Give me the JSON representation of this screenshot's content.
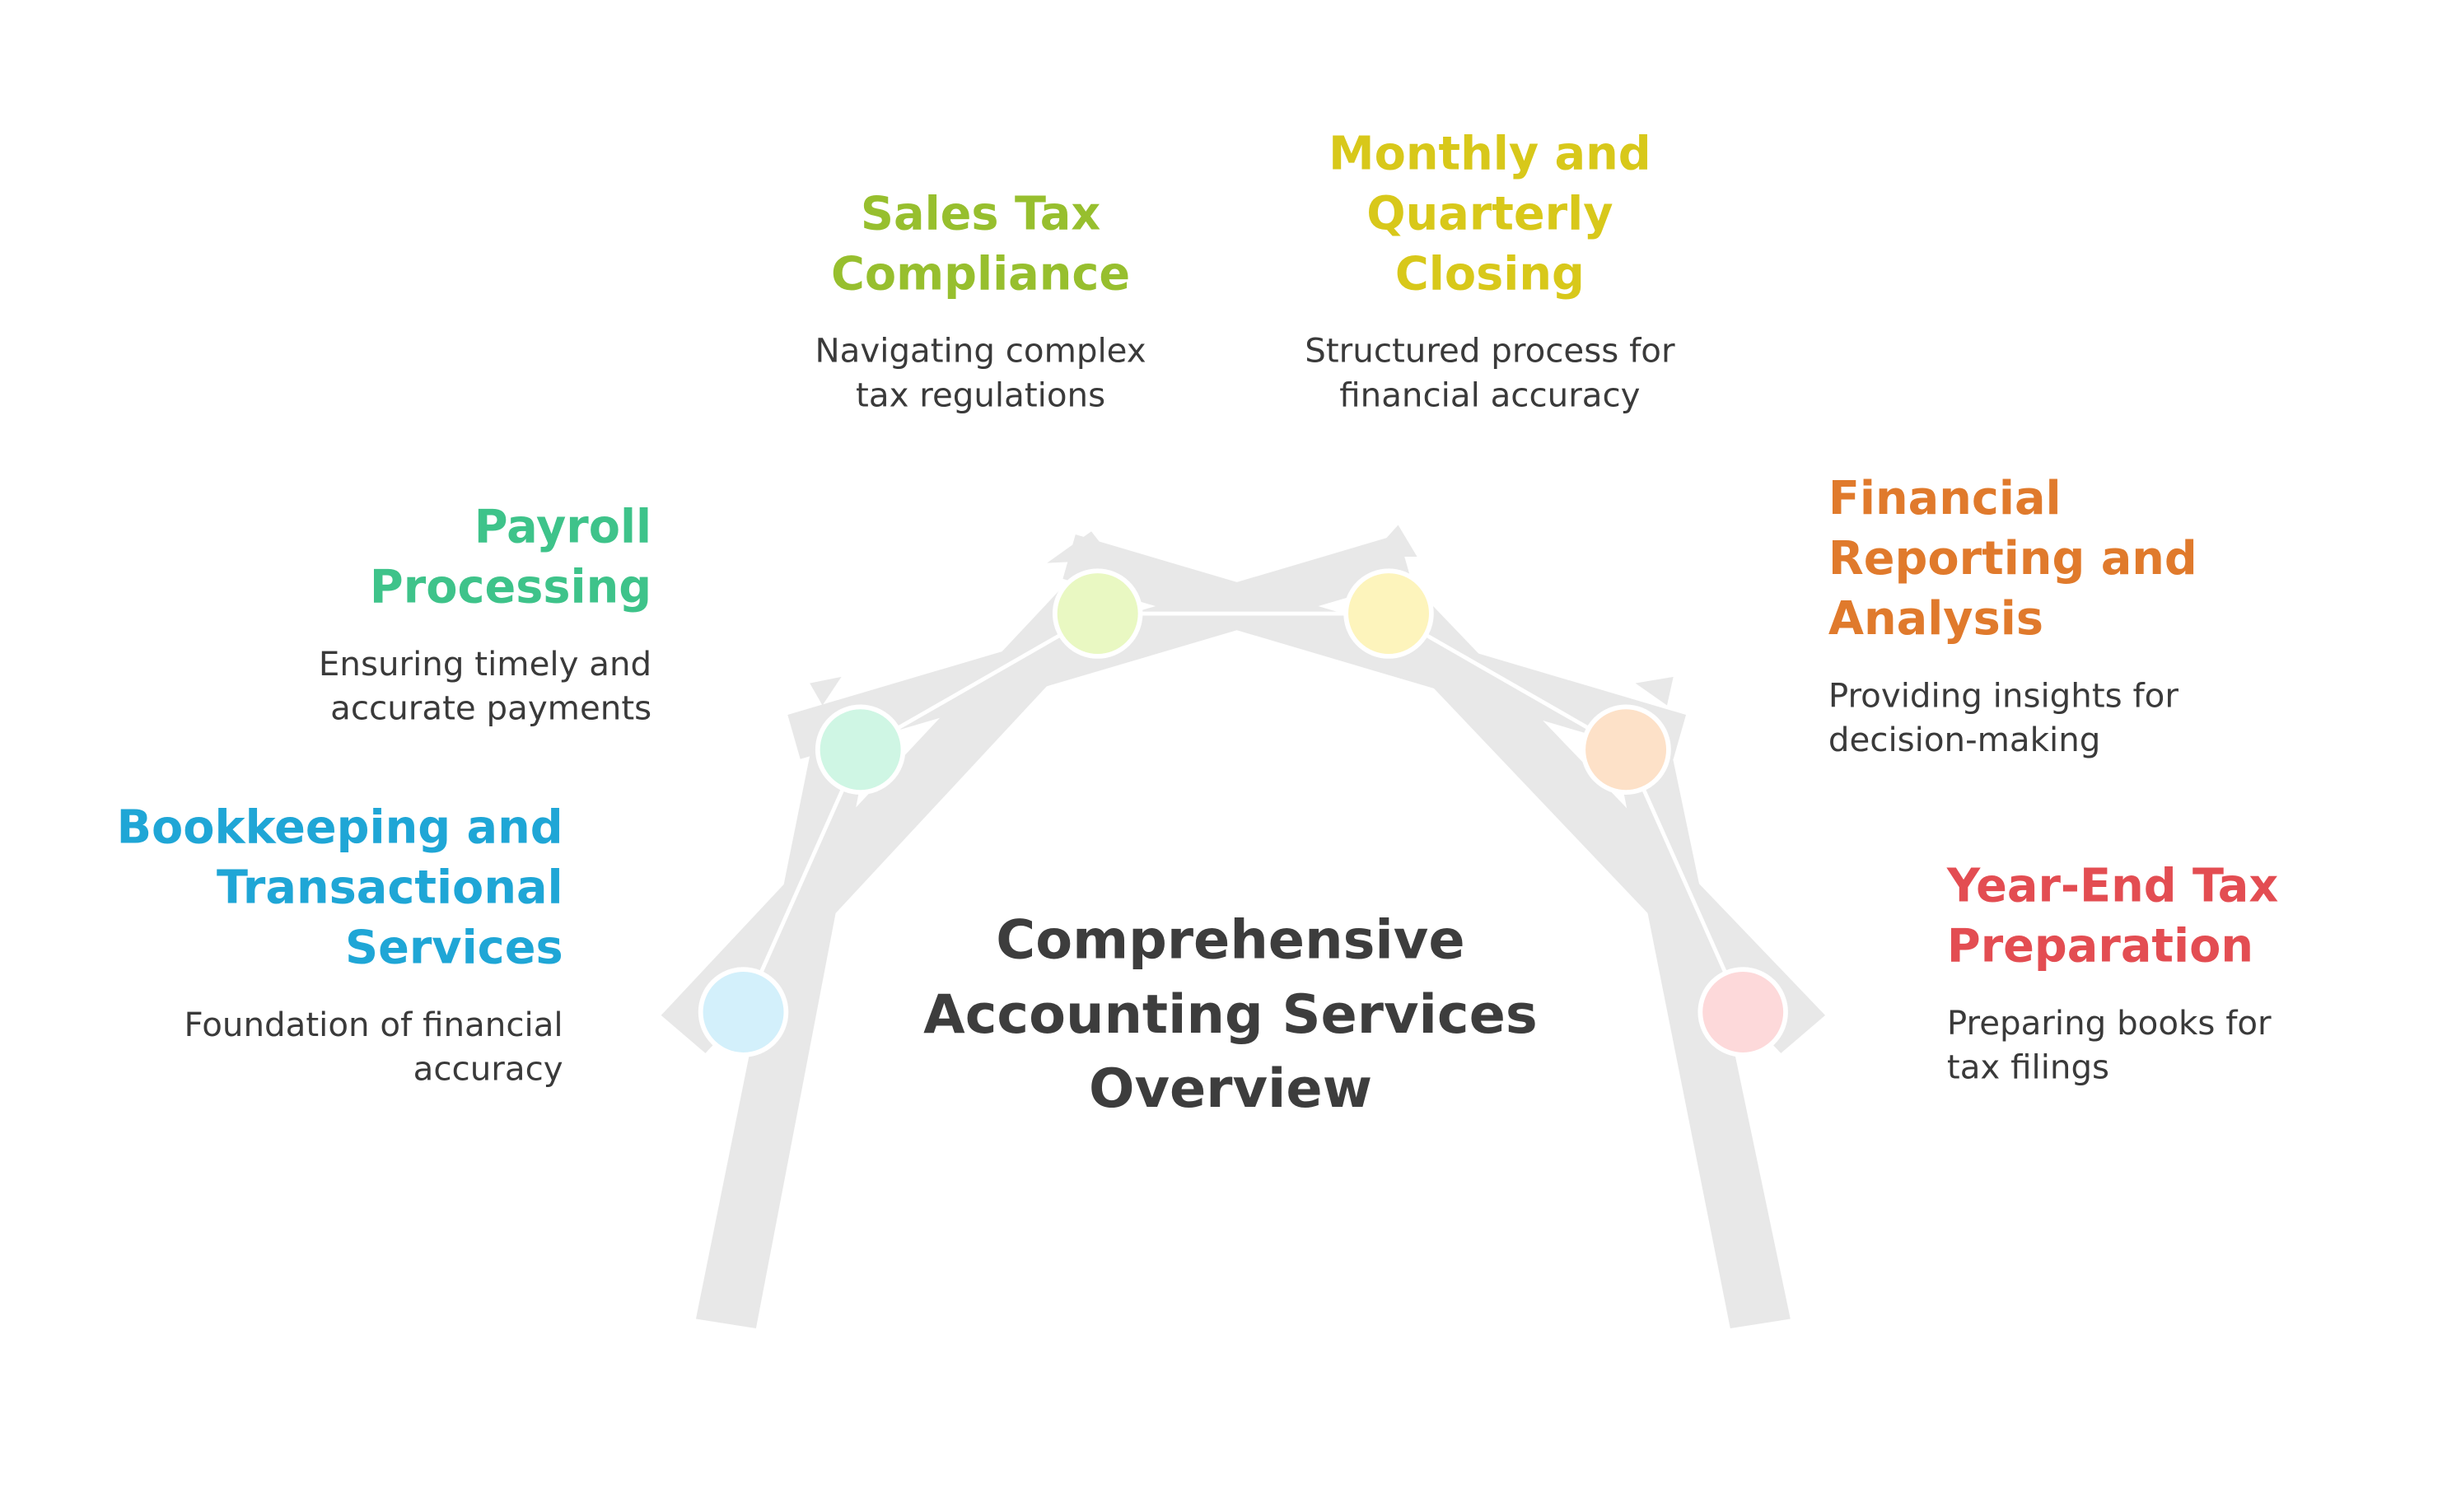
{
  "center": {
    "title": "Comprehensive Accounting Services Overview"
  },
  "colors": {
    "bookkeeping": "#1fa6d6",
    "payroll": "#3ec38a",
    "sales_tax": "#97bf2e",
    "closing": "#d8c81a",
    "reporting": "#e07a2c",
    "year_end": "#e34d52",
    "beam": "#e8e8e8"
  },
  "steps": [
    {
      "id": "bookkeeping",
      "title": "Bookkeeping and Transactional Services",
      "desc": "Foundation of financial accuracy",
      "node_color": "#d3f0fb"
    },
    {
      "id": "payroll",
      "title": "Payroll Processing",
      "desc": "Ensuring timely and accurate payments",
      "node_color": "#cff6e4"
    },
    {
      "id": "sales_tax",
      "title": "Sales Tax Compliance",
      "desc": "Navigating complex tax regulations",
      "node_color": "#e9f8c2"
    },
    {
      "id": "closing",
      "title": "Monthly and Quarterly Closing",
      "desc": "Structured process for financial accuracy",
      "node_color": "#fdf4bc"
    },
    {
      "id": "reporting",
      "title": "Financial Reporting and Analysis",
      "desc": "Providing insights for decision-making",
      "node_color": "#fde1c8"
    },
    {
      "id": "year_end",
      "title": "Year-End Tax Preparation",
      "desc": "Preparing books for tax filings",
      "node_color": "#fdd9da"
    }
  ]
}
